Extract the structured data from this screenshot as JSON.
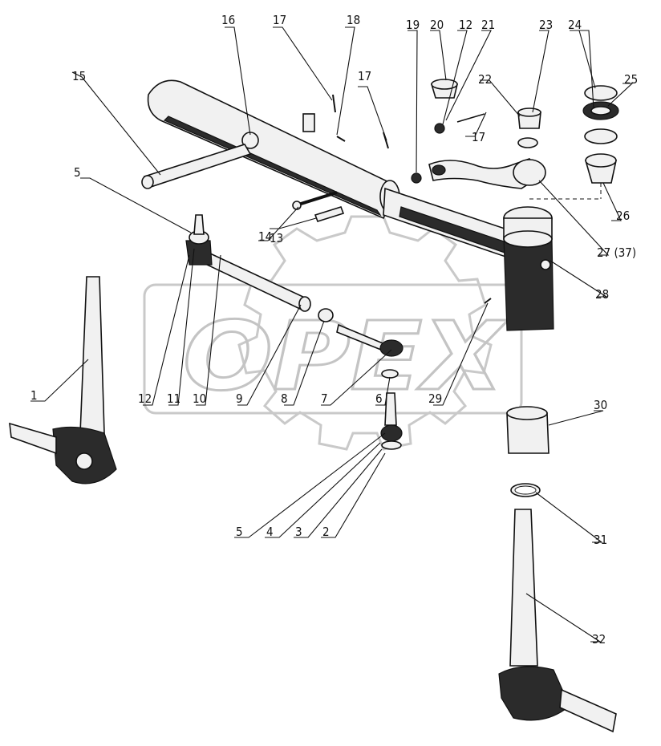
{
  "watermark": {
    "text": "OPEX"
  },
  "callouts": [
    {
      "id": "c1",
      "label": "1"
    },
    {
      "id": "c2",
      "label": "2"
    },
    {
      "id": "c3",
      "label": "3"
    },
    {
      "id": "c4",
      "label": "4"
    },
    {
      "id": "c5a",
      "label": "5"
    },
    {
      "id": "c5b",
      "label": "5"
    },
    {
      "id": "c6",
      "label": "6"
    },
    {
      "id": "c7",
      "label": "7"
    },
    {
      "id": "c8",
      "label": "8"
    },
    {
      "id": "c9",
      "label": "9"
    },
    {
      "id": "c10",
      "label": "10"
    },
    {
      "id": "c11",
      "label": "11"
    },
    {
      "id": "c12a",
      "label": "12"
    },
    {
      "id": "c12b",
      "label": "12"
    },
    {
      "id": "c13",
      "label": "13"
    },
    {
      "id": "c14",
      "label": "14"
    },
    {
      "id": "c15",
      "label": "15"
    },
    {
      "id": "c16",
      "label": "16"
    },
    {
      "id": "c17a",
      "label": "17"
    },
    {
      "id": "c17b",
      "label": "17"
    },
    {
      "id": "c17c",
      "label": "17"
    },
    {
      "id": "c18",
      "label": "18"
    },
    {
      "id": "c19",
      "label": "19"
    },
    {
      "id": "c20",
      "label": "20"
    },
    {
      "id": "c21",
      "label": "21"
    },
    {
      "id": "c22",
      "label": "22"
    },
    {
      "id": "c23",
      "label": "23"
    },
    {
      "id": "c24",
      "label": "24"
    },
    {
      "id": "c25",
      "label": "25"
    },
    {
      "id": "c26",
      "label": "26"
    },
    {
      "id": "c27",
      "label": "27 (37)"
    },
    {
      "id": "c28",
      "label": "28"
    },
    {
      "id": "c29",
      "label": "29"
    },
    {
      "id": "c30",
      "label": "30"
    },
    {
      "id": "c31",
      "label": "31"
    },
    {
      "id": "c32",
      "label": "32"
    }
  ]
}
